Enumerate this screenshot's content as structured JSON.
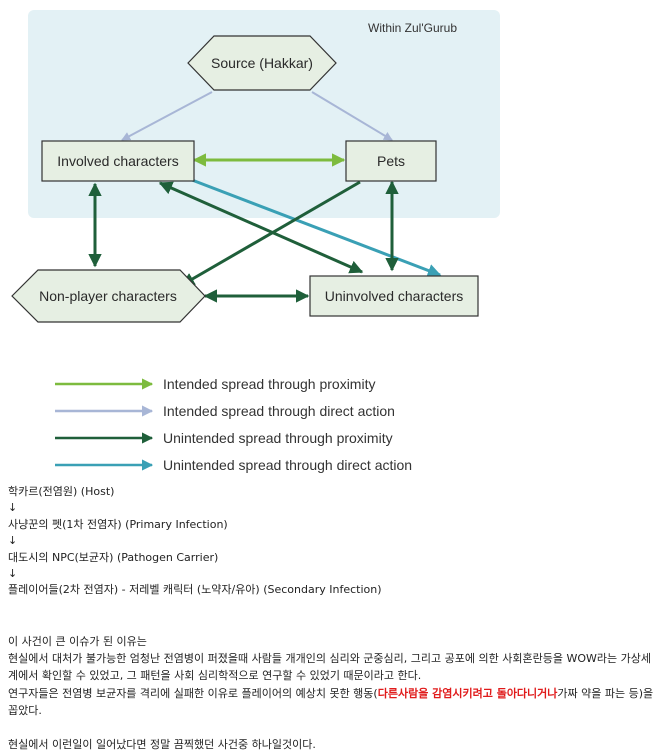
{
  "diagram": {
    "zone_label": "Within Zul'Gurub",
    "nodes": {
      "source": "Source (Hakkar)",
      "involved": "Involved characters",
      "pets": "Pets",
      "npc": "Non-player characters",
      "uninvolved": "Uninvolved characters"
    },
    "colors": {
      "intended_proximity": "#7dbb3e",
      "intended_direct": "#a8b6d6",
      "unintended_proximity": "#1f5f3a",
      "unintended_direct": "#3aa0b5",
      "zone_fill": "#e3f1f5",
      "box_fill": "#e6efe3"
    }
  },
  "legend": [
    {
      "label": "Intended spread through proximity",
      "color": "#7dbb3e"
    },
    {
      "label": "Intended spread through direct action",
      "color": "#a8b6d6"
    },
    {
      "label": "Unintended spread through proximity",
      "color": "#1f5f3a"
    },
    {
      "label": "Unintended spread through direct action",
      "color": "#3aa0b5"
    }
  ],
  "chain": {
    "host": "학카르(전염원) (Host)",
    "arrow": "↓",
    "primary": "사냥꾼의 펫(1차 전염자) (Primary Infection)",
    "carrier": "대도시의 NPC(보균자) (Pathogen Carrier)",
    "secondary": "플레이어들(2차 전염자) - 저레벨 캐릭터 (노약자/유아) (Secondary Infection)"
  },
  "notes": {
    "heading": "이 사건이 큰 이슈가 된 이유는",
    "p1": "현실에서 대처가 불가능한 엄청난 전염병이 퍼졌을때 사람들 개개인의 심리와 군중심리, 그리고 공포에 의한 사회혼란등을 WOW라는 가상세계에서 확인할 수 있었고, 그 패턴을 사회 심리학적으로 연구할 수 있었기 때문이라고 한다.",
    "p2_before": "연구자들은 전염병 보균자를 격리에 실패한 이유로 플레이어의 예상치 못한 행동(",
    "p2_highlight": "다른사람을 감염시키려고 돌아다니거나",
    "p2_after": "가짜 약을 파는 등)을 꼽았다.",
    "closing": "현실에서 이런일이 일어났다면 정말 끔찍했던 사건중 하나일것이다."
  }
}
